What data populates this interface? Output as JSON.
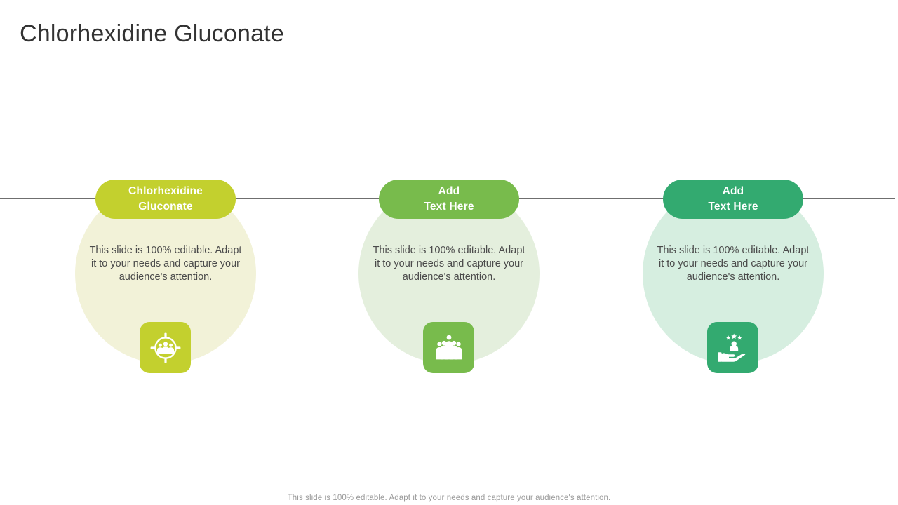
{
  "slide": {
    "title": "Chlorhexidine Gluconate",
    "footer_note": "This slide is 100% editable. Adapt it to your needs and capture your audience's attention.",
    "accent_line_color": "#6f6f6f",
    "background_color": "#ffffff",
    "title_color": "#333333"
  },
  "cards": [
    {
      "heading_line1": "Chlorhexidine",
      "heading_line2": "Gluconate",
      "body": "This slide is 100% editable. Adapt it to your needs and capture your audience's attention.",
      "pill_color": "#c3d02e",
      "circle_color": "#f2f2d8",
      "icon_tile_color": "#c3d02e",
      "icon": "target-audience-icon"
    },
    {
      "heading_line1": "Add",
      "heading_line2": "Text Here",
      "body": "This slide is 100% editable. Adapt it to your needs and capture your audience's attention.",
      "pill_color": "#78bb4c",
      "circle_color": "#e4efdd",
      "icon_tile_color": "#78bb4c",
      "icon": "people-group-icon"
    },
    {
      "heading_line1": "Add",
      "heading_line2": "Text Here",
      "body": "This slide is 100% editable. Adapt it to your needs and capture your audience's attention.",
      "pill_color": "#33aa70",
      "circle_color": "#d6eee0",
      "icon_tile_color": "#33aa70",
      "icon": "hand-holding-person-stars-icon"
    }
  ]
}
